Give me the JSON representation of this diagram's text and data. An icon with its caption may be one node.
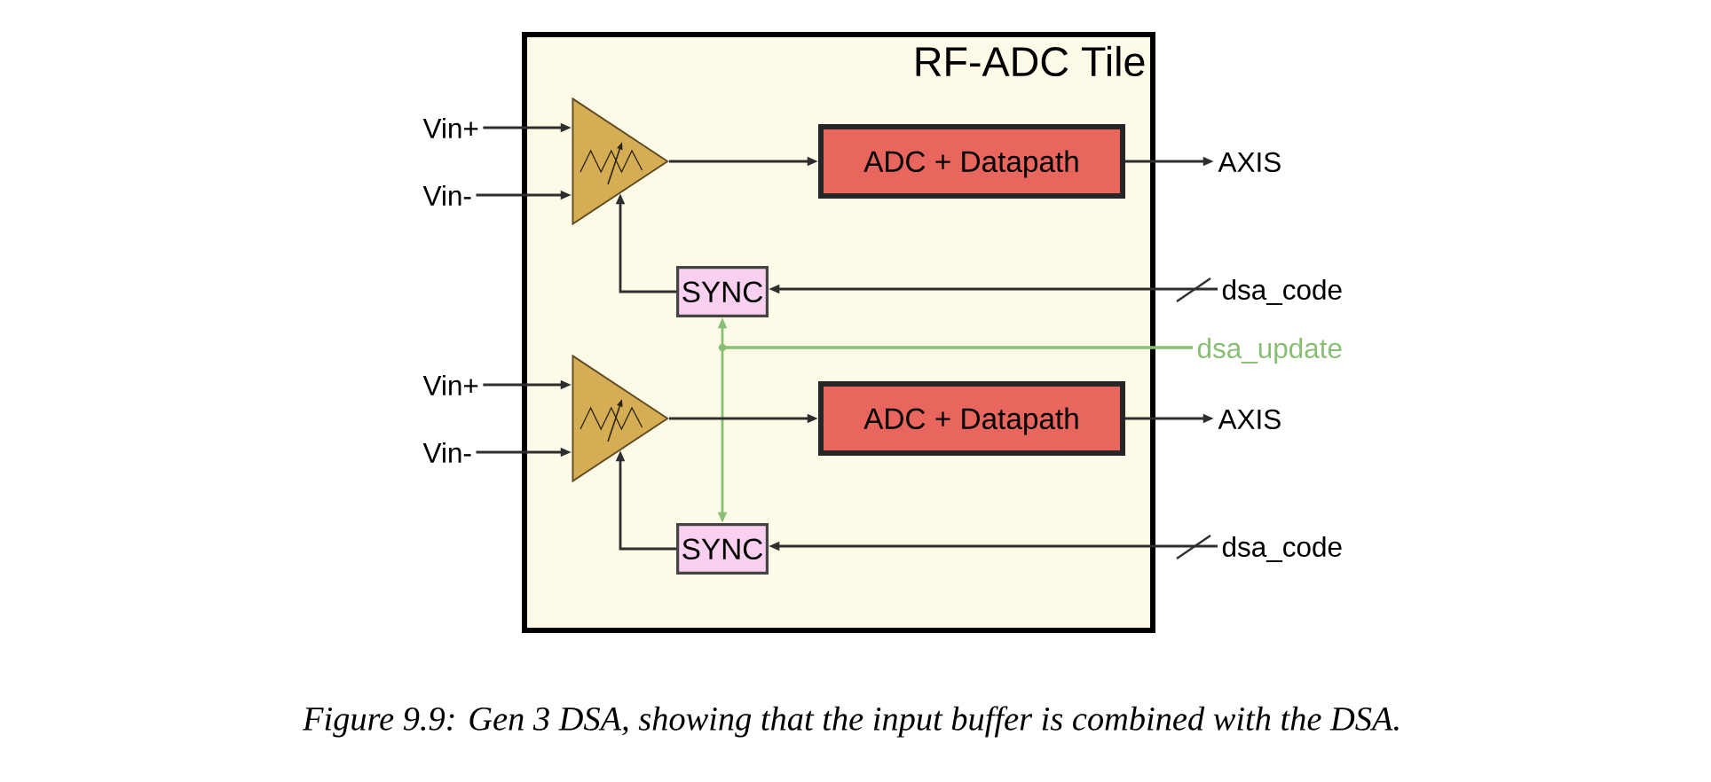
{
  "diagram": {
    "caption": "Figure 9.9: Gen 3 DSA, showing that the input buffer is combined with the DSA.",
    "nodes": [
      {
        "text": [
          "RF-ADC Tile"
        ]
      },
      {
        "text": [
          "Vin+"
        ]
      },
      {
        "text": [
          "Vin-"
        ]
      },
      {
        "text": [],
        "shape": "triangle",
        "in": 0
      },
      {
        "text": [
          "ADC + Datapath"
        ],
        "in": 0
      },
      {
        "text": [
          "AXIS"
        ]
      },
      {
        "text": [
          "SYNC"
        ],
        "in": 0
      },
      {
        "text": [
          "dsa_code"
        ]
      },
      {
        "text": [
          "dsa_update"
        ]
      },
      {
        "text": [
          "Vin+"
        ]
      },
      {
        "text": [
          "Vin-"
        ]
      },
      {
        "text": [],
        "shape": "triangle",
        "in": 0
      },
      {
        "text": [
          "ADC + Datapath"
        ],
        "in": 0
      },
      {
        "text": [
          "AXIS"
        ]
      },
      {
        "text": [
          "SYNC"
        ],
        "in": 0
      },
      {
        "text": [
          "dsa_code"
        ]
      }
    ],
    "edges": [
      {
        "from": 1,
        "to": 3,
        "arrow": "to"
      },
      {
        "from": 2,
        "to": 3,
        "arrow": "to"
      },
      {
        "from": 3,
        "to": 4,
        "arrow": "to"
      },
      {
        "from": 4,
        "to": 5,
        "arrow": "to"
      },
      {
        "from": 7,
        "to": 6,
        "arrow": "to"
      },
      {
        "from": 6,
        "to": 3,
        "arrow": "to"
      },
      {
        "from": 8,
        "to": 6,
        "arrow": "to",
        "color": "#88bf74"
      },
      {
        "from": 8,
        "to": 14,
        "arrow": "to",
        "color": "#88bf74"
      },
      {
        "from": 9,
        "to": 11,
        "arrow": "to"
      },
      {
        "from": 10,
        "to": 11,
        "arrow": "to"
      },
      {
        "from": 11,
        "to": 12,
        "arrow": "to"
      },
      {
        "from": 12,
        "to": 13,
        "arrow": "to"
      },
      {
        "from": 15,
        "to": 14,
        "arrow": "to"
      },
      {
        "from": 14,
        "to": 11,
        "arrow": "to"
      }
    ]
  }
}
